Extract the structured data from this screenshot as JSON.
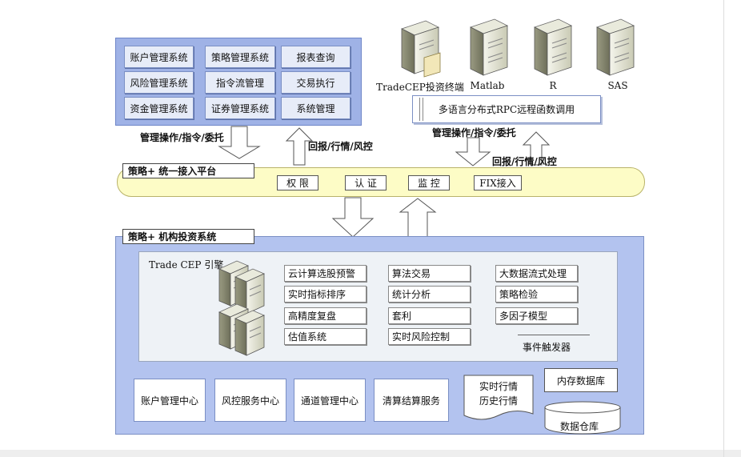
{
  "top_systems": {
    "rows": [
      [
        "账户管理系统",
        "策略管理系统",
        "报表查询"
      ],
      [
        "风险管理系统",
        "指令流管理",
        "交易执行"
      ],
      [
        "资金管理系统",
        "证券管理系统",
        "系统管理"
      ]
    ]
  },
  "servers": [
    {
      "label": "TradeCEP投资终端"
    },
    {
      "label": "Matlab"
    },
    {
      "label": "R"
    },
    {
      "label": "SAS"
    }
  ],
  "rpc_label": "多语言分布式RPC远程函数调用",
  "flows": {
    "left_down": "管理操作/指令/委托",
    "left_up": "回报/行情/风控",
    "right_down": "管理操作/指令/委托",
    "right_up": "回报/行情/风控"
  },
  "platform": {
    "title": "策略+ 统一接入平台",
    "items": [
      "权  限",
      "认  证",
      "监  控",
      "FIX接入"
    ]
  },
  "institution": {
    "title": "策略+ 机构投资系统",
    "cep_title": "Trade CEP 引擎",
    "features_col1": [
      "云计算选股预警",
      "实时指标排序",
      "高精度复盘",
      "估值系统"
    ],
    "features_col2": [
      "算法交易",
      "统计分析",
      "套利",
      "实时风险控制"
    ],
    "features_col3": [
      "大数据流式处理",
      "策略检验",
      "多因子模型"
    ],
    "event_trigger": "事件触发器",
    "bottom_items": [
      "账户管理中心",
      "风控服务中心",
      "通道管理中心",
      "清算结算服务"
    ],
    "market_doc": [
      "实时行情",
      "历史行情"
    ],
    "memory_db": "内存数据库",
    "warehouse": "数据仓库"
  },
  "colors": {
    "panel_blue": "#b3c3ef",
    "grid_blue": "#9fb2e6",
    "platform_yellow": "#fdfcc6",
    "cell_light": "#e7ecf8"
  }
}
